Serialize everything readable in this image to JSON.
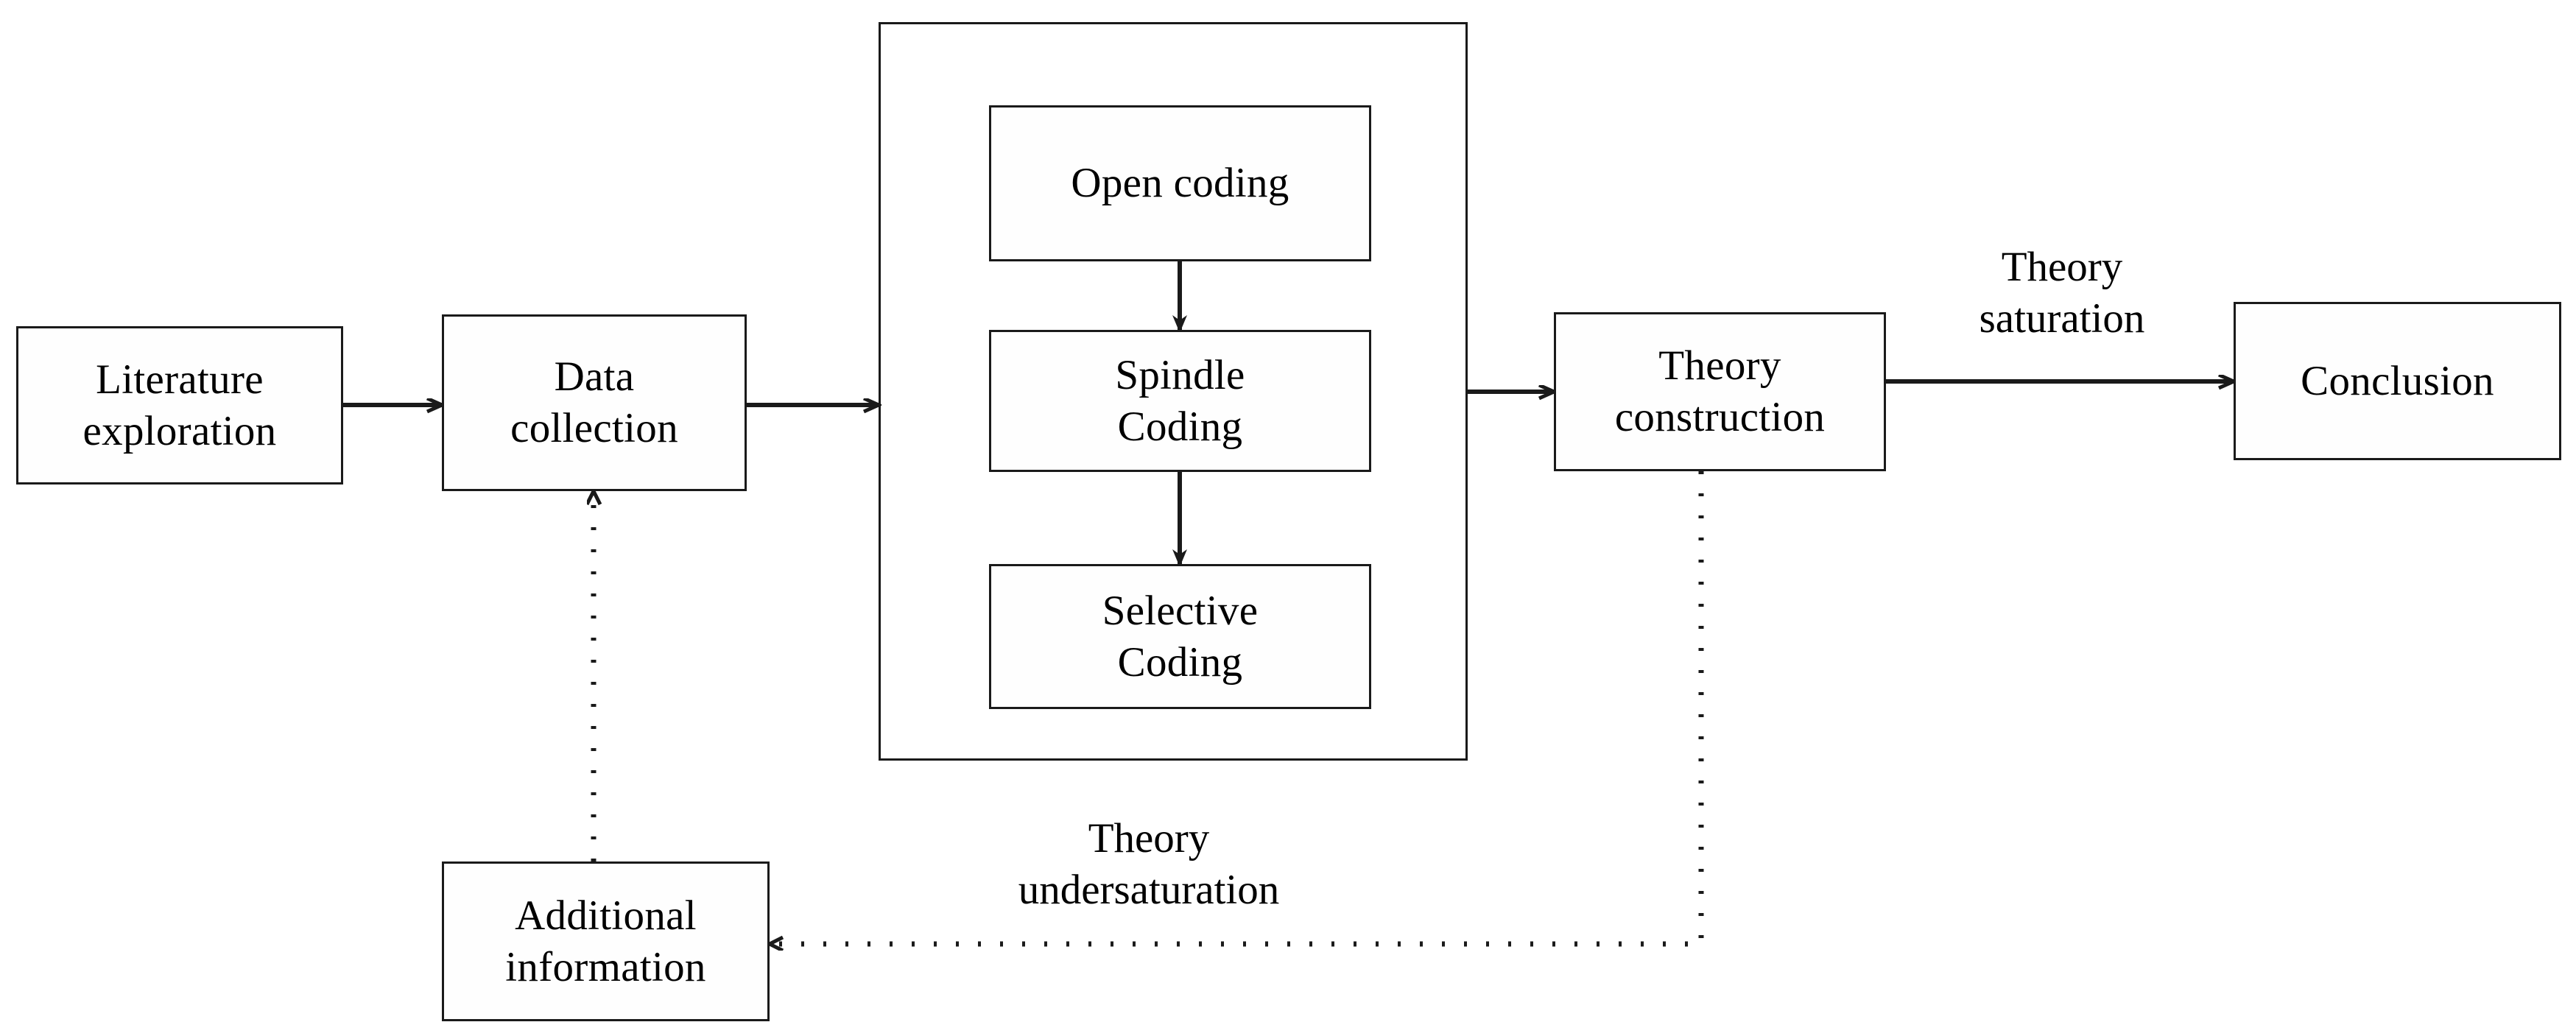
{
  "diagram": {
    "title": "Grounded theory research process flowchart",
    "background_color": "#ffffff",
    "line_color": "#1a1a1a",
    "text_color": "#000000",
    "nodes": {
      "literature": "Literature\nexploration",
      "data_collection": "Data\ncollection",
      "open_coding": "Open coding",
      "spindle_coding": "Spindle\nCoding",
      "selective_coding": "Selective\nCoding",
      "theory_construction": "Theory\nconstruction",
      "conclusion": "Conclusion",
      "additional_information": "Additional\ninformation"
    },
    "edge_labels": {
      "theory_saturation": "Theory\nsaturation",
      "theory_undersaturation": "Theory\nundersaturation"
    },
    "edges": [
      {
        "from": "literature",
        "to": "data_collection",
        "style": "solid",
        "label": ""
      },
      {
        "from": "data_collection",
        "to": "coding_group",
        "style": "solid",
        "label": ""
      },
      {
        "from": "open_coding",
        "to": "spindle_coding",
        "style": "solid",
        "label": ""
      },
      {
        "from": "spindle_coding",
        "to": "selective_coding",
        "style": "solid",
        "label": ""
      },
      {
        "from": "coding_group",
        "to": "theory_construction",
        "style": "solid",
        "label": ""
      },
      {
        "from": "theory_construction",
        "to": "conclusion",
        "style": "solid",
        "label": "Theory saturation"
      },
      {
        "from": "theory_construction",
        "to": "additional_information",
        "style": "dotted",
        "label": "Theory undersaturation"
      },
      {
        "from": "additional_information",
        "to": "data_collection",
        "style": "dotted",
        "label": ""
      }
    ]
  }
}
